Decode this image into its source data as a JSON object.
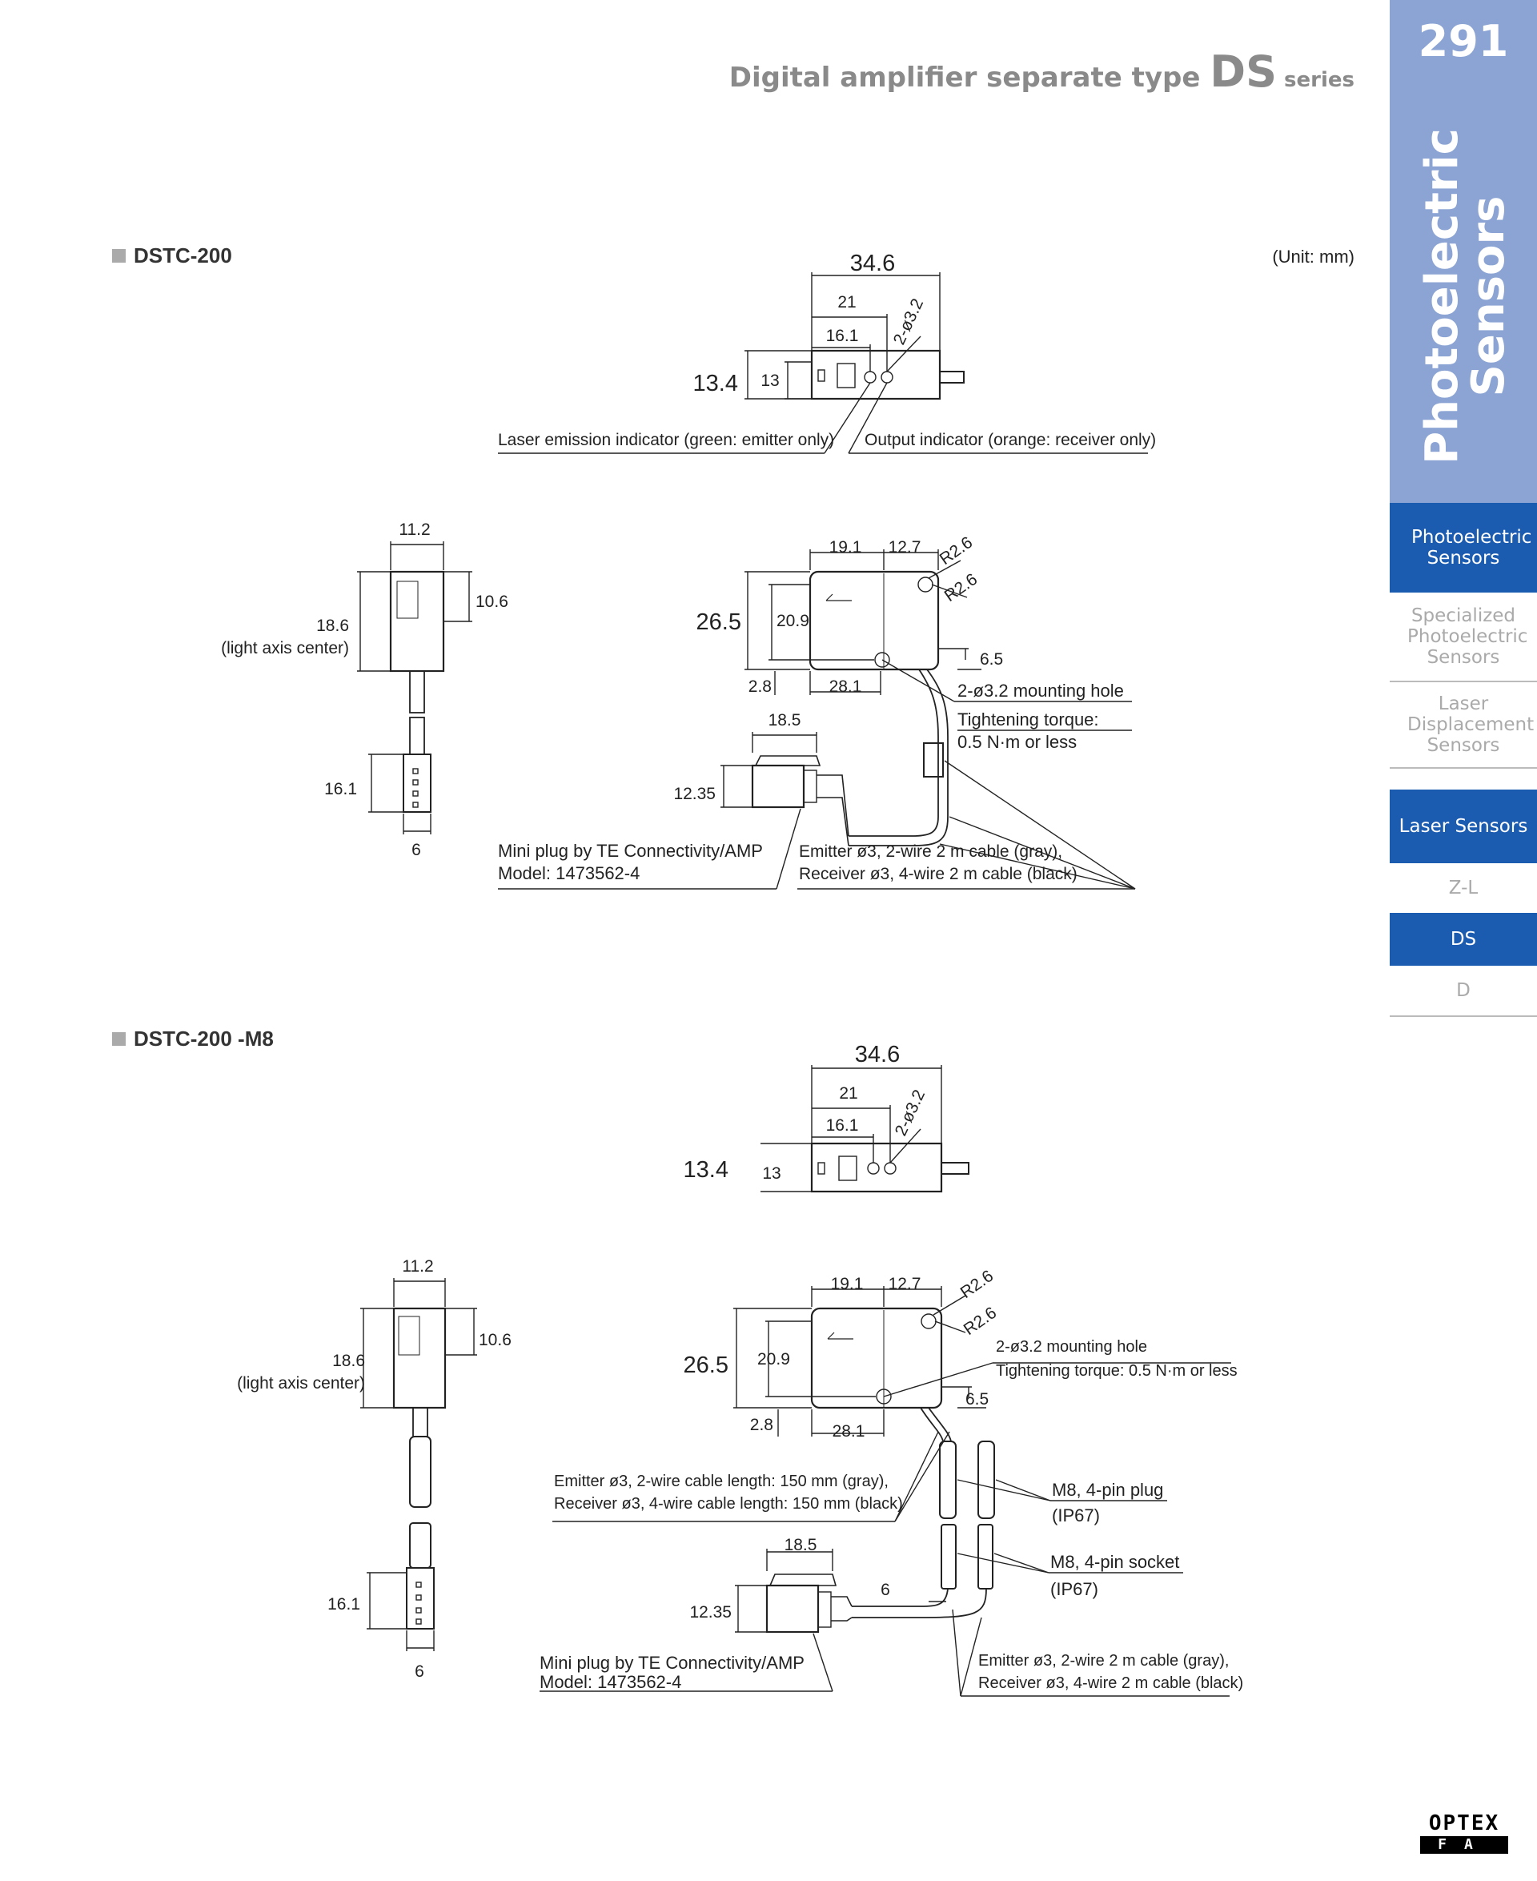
{
  "header": {
    "title_prefix": "Digital amplifier separate type ",
    "title_big": "DS",
    "title_suffix": " series"
  },
  "sidebar": {
    "page_number": "291",
    "vertical_title_line1": "Photoelectric",
    "vertical_title_line2": "Sensors",
    "items": [
      {
        "label": "Photoelectric Sensors",
        "active": true
      },
      {
        "label": "Specialized Photoelectric Sensors",
        "active": false
      },
      {
        "label": "Laser Displacement Sensors",
        "active": false
      },
      {
        "label": "Laser Sensors",
        "active": true
      },
      {
        "label": "Z-L",
        "active": false
      },
      {
        "label": "DS",
        "active": true
      },
      {
        "label": "D",
        "active": false
      }
    ]
  },
  "unit_note": "(Unit: mm)",
  "sections": [
    {
      "model": "DSTC-200",
      "top_view": {
        "total_width": "34.6",
        "dim_21": "21",
        "dim_16_1": "16.1",
        "holes": "2-ø3.2",
        "height_outer": "13.4",
        "height_inner": "13"
      },
      "callout_left": "Laser emission indicator (green: emitter only)",
      "callout_right": "Output indicator (orange: receiver only)",
      "side_view": {
        "width": "11.2",
        "depth": "10.6",
        "axis_center": "18.6",
        "axis_center_note": "(light axis center)",
        "plug_len": "16.1",
        "plug_w": "6"
      },
      "front_view": {
        "w1": "19.1",
        "w2": "12.7",
        "r1": "R2.6",
        "r2": "R2.6",
        "h_outer": "26.5",
        "h_inner": "20.9",
        "off_small": "2.8",
        "base": "28.1",
        "off_right": "6.5",
        "plug_len": "18.5",
        "plug_h": "12.35"
      },
      "hole_note": "2-ø3.2 mounting hole",
      "torque_line1": "Tightening torque:",
      "torque_line2": "0.5 N·m or less",
      "plug_note_line1": "Mini plug by TE Connectivity/AMP",
      "plug_note_line2": "Model: 1473562-4",
      "cable_note_line1": "Emitter ø3, 2-wire 2 m cable (gray),",
      "cable_note_line2": "Receiver ø3, 4-wire 2 m cable (black)"
    },
    {
      "model": "DSTC-200 -M8",
      "top_view": {
        "total_width": "34.6",
        "dim_21": "21",
        "dim_16_1": "16.1",
        "holes": "2-ø3.2",
        "height_outer": "13.4",
        "height_inner": "13"
      },
      "side_view": {
        "width": "11.2",
        "depth": "10.6",
        "axis_center": "18.6",
        "axis_center_note": "(light axis center)",
        "plug_len": "16.1",
        "plug_w": "6"
      },
      "front_view": {
        "w1": "19.1",
        "w2": "12.7",
        "r1": "R2.6",
        "r2": "R2.6",
        "h_outer": "26.5",
        "h_inner": "20.9",
        "off_small": "2.8",
        "base": "28.1",
        "off_right": "6.5",
        "plug_len": "18.5",
        "plug_h": "12.35",
        "gap": "6"
      },
      "hole_note": "2-ø3.2 mounting hole",
      "torque": "Tightening torque: 0.5 N·m or less",
      "short_cable_line1": "Emitter ø3, 2-wire cable length: 150 mm (gray),",
      "short_cable_line2": "Receiver ø3, 4-wire cable length: 150 mm (black)",
      "m8_plug": "M8, 4-pin plug",
      "m8_plug_ip": "(IP67)",
      "m8_socket": "M8, 4-pin socket",
      "m8_socket_ip": "(IP67)",
      "plug_note_line1": "Mini plug by TE Connectivity/AMP",
      "plug_note_line2": "Model: 1473562-4",
      "cable_note_line1": "Emitter ø3, 2-wire 2 m cable (gray),",
      "cable_note_line2": "Receiver ø3, 4-wire 2 m cable (black)"
    }
  ],
  "logo": {
    "line1": "OPTEX",
    "line2": "FA"
  },
  "colors": {
    "sidebar_light": "#8ba4d4",
    "sidebar_active": "#1c5cb0"
  }
}
